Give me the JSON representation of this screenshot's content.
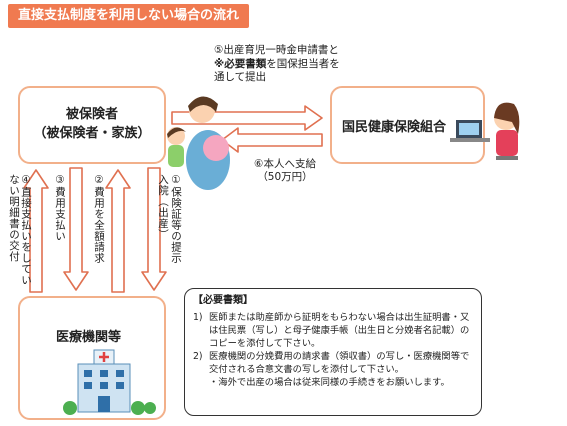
{
  "title": "直接支払制度を利用しない場合の流れ",
  "insured": {
    "line1": "被保険者",
    "line2": "（被保険者・家族）"
  },
  "kokuho": "国民健康保険組合",
  "medical": "医療機関等",
  "step5": {
    "prefix": "⑤出産育児一時金申請書と",
    "bold": "※必要書類",
    "suffix": "を国保担当者を通して提出"
  },
  "step6": {
    "line1": "⑥本人へ支給",
    "line2": "（50万円）"
  },
  "step1": {
    "col1": "①保険証等の提示",
    "col2": "入院（出産）"
  },
  "step2": "②費用を全額請求",
  "step3": {
    "col1": "③費用支払い"
  },
  "step4": {
    "col1": "④直接支払いをしてい",
    "col2": "ない明細書の交付"
  },
  "docs": {
    "heading": "【必要書類】",
    "items": [
      {
        "num": "1)",
        "text": "医師または助産師から証明をもらわない場合は出生証明書・又は住民票（写し）と母子健康手帳（出生日と分娩者名記載）のコピーを添付して下さい。"
      },
      {
        "num": "2)",
        "text": "医療機関の分娩費用の請求書（領収書）の写し・医療機関等で交付される合意文書の写しを添付して下さい。"
      },
      {
        "num": "",
        "text": "・海外で出産の場合は従来同様の手続きをお願いします。"
      }
    ]
  },
  "colors": {
    "accent": "#f07a50",
    "box_border": "#f2b08a",
    "arrow_fill": "#ffffff",
    "arrow_stroke": "#e07050"
  }
}
